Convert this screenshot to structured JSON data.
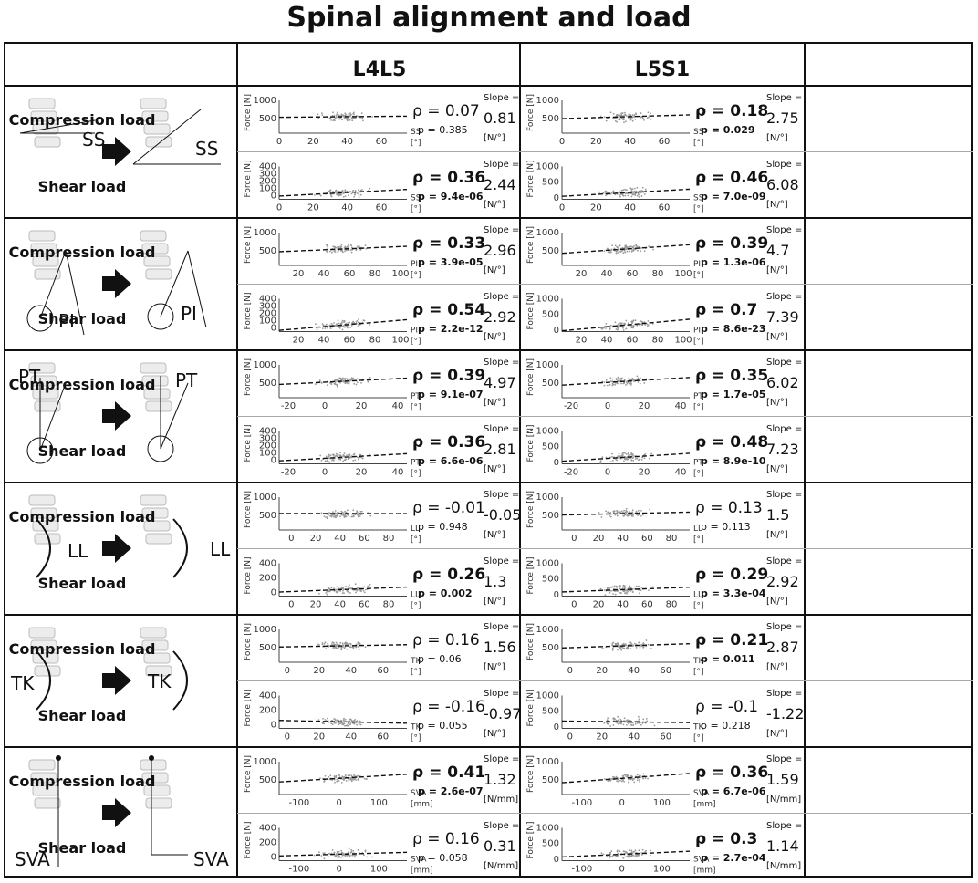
{
  "title": "Spinal alignment and load",
  "columns": [
    "L4L5",
    "L5S1"
  ],
  "load_types": [
    "Compression load",
    "Shear load"
  ],
  "y_label": "Force [N]",
  "slope_label": "Slope =",
  "chart_data": [
    {
      "parameter": "SS",
      "unit": "[°]",
      "slope_unit": "[N/°]",
      "xticks": [
        "0",
        "20",
        "40",
        "60"
      ],
      "xlim": [
        0,
        75
      ],
      "plots": [
        {
          "segment": "L4L5",
          "load": "Compression load",
          "type": "scatter",
          "yticks": [
            "500",
            "1000"
          ],
          "ylim": [
            100,
            1000
          ],
          "rho": "ρ = 0.07",
          "p": "p = 0.385",
          "slope": "0.81",
          "significant": false
        },
        {
          "segment": "L5S1",
          "load": "Compression load",
          "type": "scatter",
          "yticks": [
            "500",
            "1000"
          ],
          "ylim": [
            100,
            1000
          ],
          "rho": "ρ = 0.18",
          "p": "p = 0.029",
          "slope": "2.75",
          "significant": true
        },
        {
          "segment": "L4L5",
          "load": "Shear load",
          "type": "scatter",
          "yticks": [
            "0",
            "100",
            "200",
            "300",
            "400"
          ],
          "ylim": [
            -50,
            400
          ],
          "rho": "ρ = 0.36",
          "p": "p = 9.4e-06",
          "slope": "2.44",
          "significant": true
        },
        {
          "segment": "L5S1",
          "load": "Shear load",
          "type": "scatter",
          "yticks": [
            "0",
            "500",
            "1000"
          ],
          "ylim": [
            -50,
            1000
          ],
          "rho": "ρ = 0.46",
          "p": "p = 7.0e-09",
          "slope": "6.08",
          "significant": true
        }
      ]
    },
    {
      "parameter": "PI",
      "unit": "[°]",
      "slope_unit": "[N/°]",
      "xticks": [
        "20",
        "40",
        "60",
        "80",
        "100"
      ],
      "xlim": [
        5,
        105
      ],
      "plots": [
        {
          "segment": "L4L5",
          "load": "Compression load",
          "type": "scatter",
          "yticks": [
            "500",
            "1000"
          ],
          "ylim": [
            100,
            1000
          ],
          "rho": "ρ = 0.33",
          "p": "p = 3.9e-05",
          "slope": "2.96",
          "significant": true
        },
        {
          "segment": "L5S1",
          "load": "Compression load",
          "type": "scatter",
          "yticks": [
            "500",
            "1000"
          ],
          "ylim": [
            100,
            1000
          ],
          "rho": "ρ = 0.39",
          "p": "p = 1.3e-06",
          "slope": "4.7",
          "significant": true
        },
        {
          "segment": "L4L5",
          "load": "Shear load",
          "type": "scatter",
          "yticks": [
            "0",
            "100",
            "200",
            "300",
            "400"
          ],
          "ylim": [
            -50,
            400
          ],
          "rho": "ρ = 0.54",
          "p": "p = 2.2e-12",
          "slope": "2.92",
          "significant": true
        },
        {
          "segment": "L5S1",
          "load": "Shear load",
          "type": "scatter",
          "yticks": [
            "0",
            "500",
            "1000"
          ],
          "ylim": [
            -50,
            1000
          ],
          "rho": "ρ = 0.7",
          "p": "p = 8.6e-23",
          "slope": "7.39",
          "significant": true
        }
      ]
    },
    {
      "parameter": "PT",
      "unit": "[°]",
      "slope_unit": "[N/°]",
      "xticks": [
        "-20",
        "0",
        "20",
        "40"
      ],
      "xlim": [
        -25,
        45
      ],
      "plots": [
        {
          "segment": "L4L5",
          "load": "Compression load",
          "type": "scatter",
          "yticks": [
            "500",
            "1000"
          ],
          "ylim": [
            100,
            1000
          ],
          "rho": "ρ = 0.39",
          "p": "p = 9.1e-07",
          "slope": "4.97",
          "significant": true
        },
        {
          "segment": "L5S1",
          "load": "Compression load",
          "type": "scatter",
          "yticks": [
            "500",
            "1000"
          ],
          "ylim": [
            100,
            1000
          ],
          "rho": "ρ = 0.35",
          "p": "p = 1.7e-05",
          "slope": "6.02",
          "significant": true
        },
        {
          "segment": "L4L5",
          "load": "Shear load",
          "type": "scatter",
          "yticks": [
            "0",
            "100",
            "200",
            "300",
            "400"
          ],
          "ylim": [
            -50,
            400
          ],
          "rho": "ρ = 0.36",
          "p": "p = 6.6e-06",
          "slope": "2.81",
          "significant": true
        },
        {
          "segment": "L5S1",
          "load": "Shear load",
          "type": "scatter",
          "yticks": [
            "0",
            "500",
            "1000"
          ],
          "ylim": [
            -50,
            1000
          ],
          "rho": "ρ = 0.48",
          "p": "p = 8.9e-10",
          "slope": "7.23",
          "significant": true
        }
      ]
    },
    {
      "parameter": "LL",
      "unit": "[°]",
      "slope_unit": "[N/°]",
      "xticks": [
        "0",
        "20",
        "40",
        "60",
        "80"
      ],
      "xlim": [
        -10,
        95
      ],
      "plots": [
        {
          "segment": "L4L5",
          "load": "Compression load",
          "type": "scatter",
          "yticks": [
            "500",
            "1000"
          ],
          "ylim": [
            100,
            1000
          ],
          "rho": "ρ = -0.01",
          "p": "p = 0.948",
          "slope": "-0.05",
          "significant": false
        },
        {
          "segment": "L5S1",
          "load": "Compression load",
          "type": "scatter",
          "yticks": [
            "500",
            "1000"
          ],
          "ylim": [
            100,
            1000
          ],
          "rho": "ρ = 0.13",
          "p": "p = 0.113",
          "slope": "1.5",
          "significant": false
        },
        {
          "segment": "L4L5",
          "load": "Shear load",
          "type": "scatter",
          "yticks": [
            "0",
            "200",
            "400"
          ],
          "ylim": [
            -50,
            400
          ],
          "rho": "ρ = 0.26",
          "p": "p = 0.002",
          "slope": "1.3",
          "significant": true
        },
        {
          "segment": "L5S1",
          "load": "Shear load",
          "type": "scatter",
          "yticks": [
            "0",
            "500",
            "1000"
          ],
          "ylim": [
            -50,
            1000
          ],
          "rho": "ρ = 0.29",
          "p": "p = 3.3e-04",
          "slope": "2.92",
          "significant": true
        }
      ]
    },
    {
      "parameter": "TK",
      "unit": "[°]",
      "slope_unit": "[N/°]",
      "xticks": [
        "0",
        "20",
        "40",
        "60"
      ],
      "xlim": [
        -5,
        75
      ],
      "plots": [
        {
          "segment": "L4L5",
          "load": "Compression load",
          "type": "scatter",
          "yticks": [
            "500",
            "1000"
          ],
          "ylim": [
            100,
            1000
          ],
          "rho": "ρ = 0.16",
          "p": "p = 0.06",
          "slope": "1.56",
          "significant": false
        },
        {
          "segment": "L5S1",
          "load": "Compression load",
          "type": "scatter",
          "yticks": [
            "500",
            "1000"
          ],
          "ylim": [
            100,
            1000
          ],
          "rho": "ρ = 0.21",
          "p": "p = 0.011",
          "slope": "2.87",
          "significant": true
        },
        {
          "segment": "L4L5",
          "load": "Shear load",
          "type": "scatter",
          "yticks": [
            "0",
            "200",
            "400"
          ],
          "ylim": [
            -50,
            400
          ],
          "rho": "ρ = -0.16",
          "p": "p = 0.055",
          "slope": "-0.97",
          "significant": false
        },
        {
          "segment": "L5S1",
          "load": "Shear load",
          "type": "scatter",
          "yticks": [
            "0",
            "500",
            "1000"
          ],
          "ylim": [
            -50,
            1000
          ],
          "rho": "ρ = -0.1",
          "p": "p = 0.218",
          "slope": "-1.22",
          "significant": false
        }
      ]
    },
    {
      "parameter": "SVA",
      "unit": "[mm]",
      "slope_unit": "[N/mm]",
      "xticks": [
        "-100",
        "0",
        "100"
      ],
      "xlim": [
        -150,
        170
      ],
      "plots": [
        {
          "segment": "L4L5",
          "load": "Compression load",
          "type": "scatter",
          "yticks": [
            "500",
            "1000"
          ],
          "ylim": [
            100,
            1000
          ],
          "rho": "ρ = 0.41",
          "p": "p = 2.6e-07",
          "slope": "1.32",
          "significant": true
        },
        {
          "segment": "L5S1",
          "load": "Compression load",
          "type": "scatter",
          "yticks": [
            "500",
            "1000"
          ],
          "ylim": [
            100,
            1000
          ],
          "rho": "ρ = 0.36",
          "p": "p = 6.7e-06",
          "slope": "1.59",
          "significant": true
        },
        {
          "segment": "L4L5",
          "load": "Shear load",
          "type": "scatter",
          "yticks": [
            "0",
            "200",
            "400"
          ],
          "ylim": [
            -50,
            400
          ],
          "rho": "ρ = 0.16",
          "p": "p = 0.058",
          "slope": "0.31",
          "significant": false
        },
        {
          "segment": "L5S1",
          "load": "Shear load",
          "type": "scatter",
          "yticks": [
            "0",
            "500",
            "1000"
          ],
          "ylim": [
            -50,
            1000
          ],
          "rho": "ρ = 0.3",
          "p": "p = 2.7e-04",
          "slope": "1.14",
          "significant": true
        }
      ]
    }
  ]
}
